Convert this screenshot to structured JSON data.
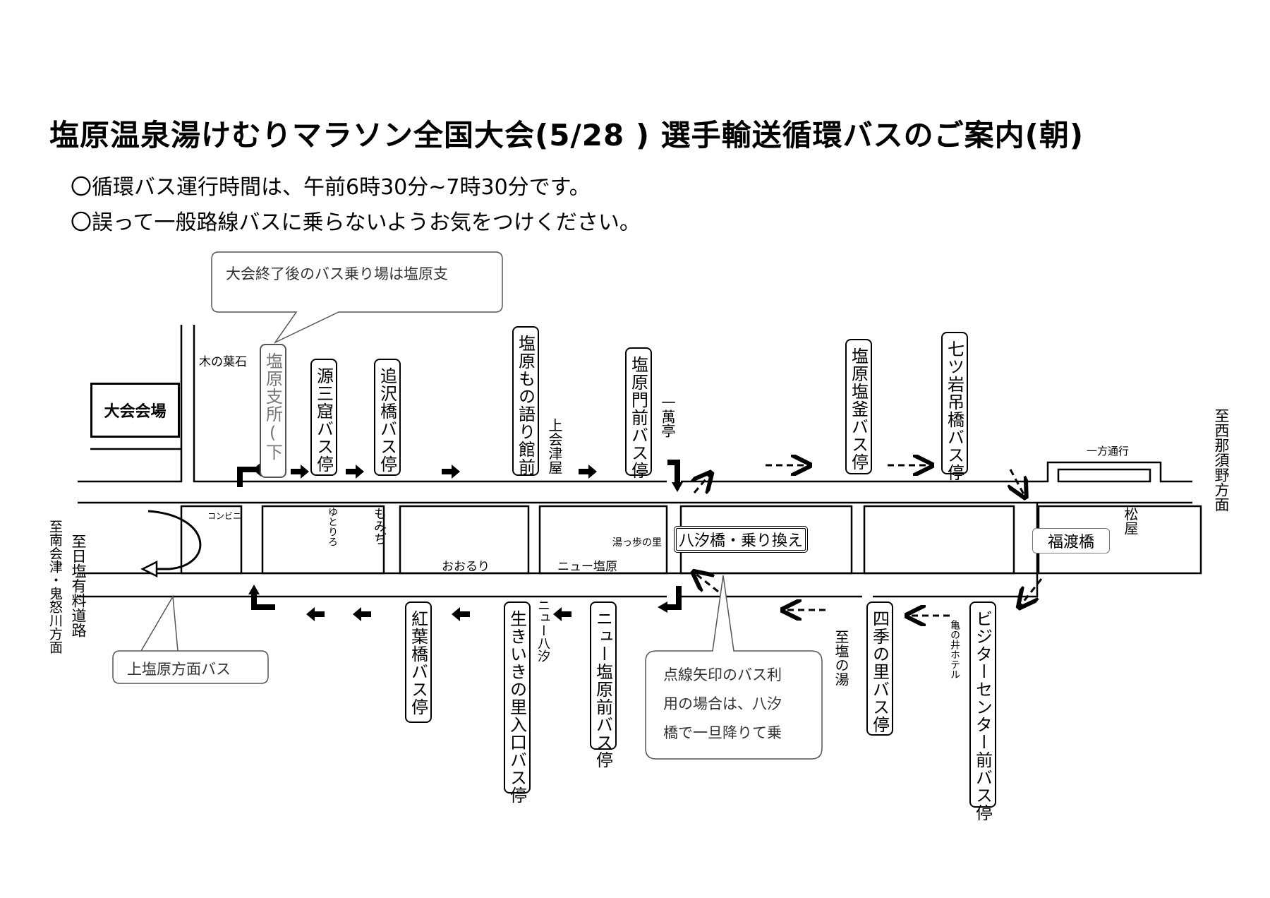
{
  "title": "塩原温泉湯けむりマラソン全国大会(5/28 ) 選手輸送循環バスのご案内(朝)",
  "notes": [
    "〇循環バス運行時間は、午前6時30分~7時30分です。",
    "〇誤って一般路線バスに乗らないようお気をつけください。"
  ],
  "venue": "大会会場",
  "callouts": {
    "pickup_after": "大会終了後のバス乗り場は塩原支",
    "kamishiobara": "上塩原方面バス",
    "dotted_arrow": [
      "点線矢印のバス利",
      "用の場合は、八汐",
      "橋で一旦降りて乗"
    ]
  },
  "transfer": "八汐橋・乗り換え",
  "fukuwatari": "福渡橋",
  "north_stops": [
    "源三窟バス停",
    "追沢橋バス停",
    "塩原もの語り館前",
    "塩原門前バス停",
    "塩原塩釜バス停",
    "七ツ岩吊橋バス停"
  ],
  "south_stops": [
    "紅葉橋バス停",
    "生きいきの里入口バス停",
    "ニュー塩原前バス停",
    "四季の里バス停",
    "ビジターセンター前バス停"
  ],
  "shisho_stop": "塩原支所(下",
  "places": {
    "konoha": "木の葉石",
    "kamiaizu": "上会津屋",
    "ichiman": "一萬亭",
    "yutorino": "ゆとりろ",
    "momiji": "もみぢ",
    "ooruri": "おおるり",
    "newshiobara": "ニュー塩原",
    "yuppo": "湯っ歩の里",
    "konbini": "コンビニ",
    "newyashio": "ニュー八汐",
    "shionoyu": "至塩の湯",
    "kamenoi": "亀の井ホテル",
    "matsuya": "松屋",
    "oneway": "一方通行"
  },
  "directions": {
    "west": "至西那須野方面",
    "minami": "至南会津・鬼怒川方面",
    "nikko": "至日塩有料道路"
  }
}
